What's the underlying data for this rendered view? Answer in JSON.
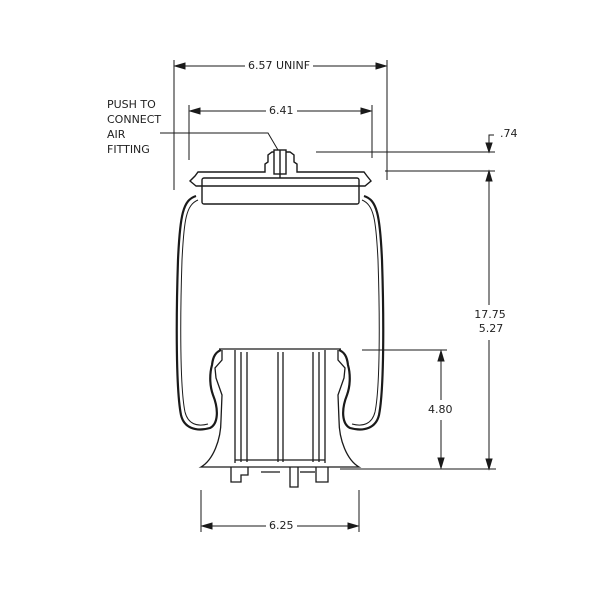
{
  "drawing": {
    "type": "air spring dimensional drawing",
    "callout": [
      "PUSH TO",
      "CONNECT",
      "AIR",
      "FITTING"
    ],
    "dimensions": {
      "overall_width": "6.57 UNINF",
      "top_plate_width": "6.41",
      "top_offset": ".74",
      "height_max": "17.75",
      "height_min": "5.27",
      "piston_height": "4.80",
      "piston_width": "6.25"
    }
  }
}
